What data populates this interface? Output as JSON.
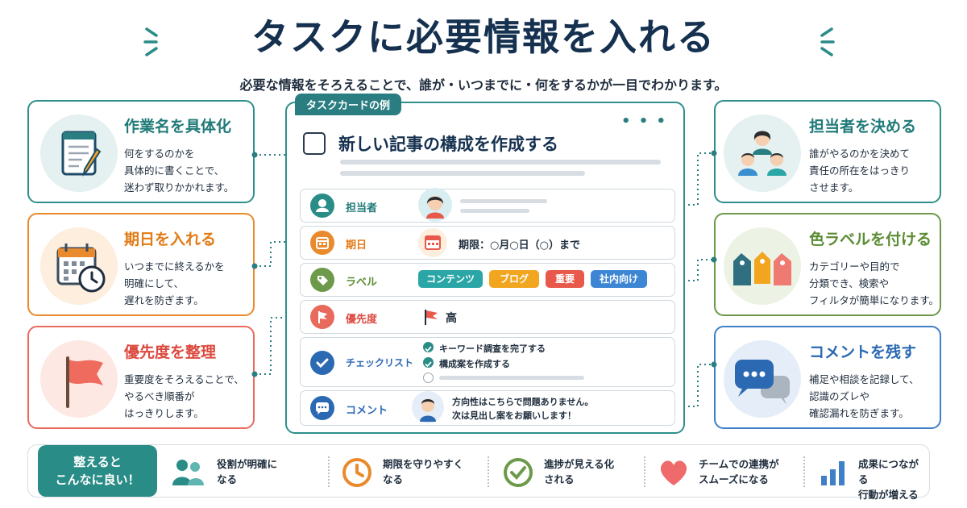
{
  "title": "タスクに必要情報を入れる",
  "subtitle": "必要な情報をそろえることで、誰が・いつまでに・何をするかが一目でわかります。",
  "left_cards": [
    {
      "heading": "作業名を具体化",
      "desc": "何をするのかを\n具体的に書くことで、\n迷わず取りかかれます。",
      "icon": "notepad-pencil-icon"
    },
    {
      "heading": "期日を入れる",
      "desc": "いつまでに終えるかを\n明確にして、\n遅れを防ぎます。",
      "icon": "calendar-clock-icon"
    },
    {
      "heading": "優先度を整理",
      "desc": "重要度をそろえることで、\nやるべき順番が\nはっきりします。",
      "icon": "flag-icon"
    }
  ],
  "right_cards": [
    {
      "heading": "担当者を決める",
      "desc": "誰がやるのかを決めて\n責任の所在をはっきり\nさせます。",
      "icon": "people-icon"
    },
    {
      "heading": "色ラベルを付ける",
      "desc": "カテゴリーや目的で\n分類でき、検索や\nフィルタが簡単になります。",
      "icon": "tags-icon"
    },
    {
      "heading": "コメントを残す",
      "desc": "補足や相談を記録して、\n認識のズレや\n確認漏れを防ぎます。",
      "icon": "chat-bubbles-icon"
    }
  ],
  "card": {
    "tag": "タスクカードの例",
    "dots": "• • •",
    "title": "新しい記事の構成を作成する",
    "assignee_label": "担当者",
    "due_label": "期日",
    "due_value": "期限：○月○日（○）まで",
    "label_label": "ラベル",
    "chips": [
      {
        "text": "コンテンツ",
        "color": "#2aa6a6"
      },
      {
        "text": "ブログ",
        "color": "#f2a51f"
      },
      {
        "text": "重要",
        "color": "#e8584b"
      },
      {
        "text": "社内向け",
        "color": "#3d86d3"
      }
    ],
    "priority_label": "優先度",
    "priority_value": "高",
    "checklist_label": "チェックリスト",
    "checklist": [
      "キーワード調査を完了する",
      "構成案を作成する"
    ],
    "comment_label": "コメント",
    "comment": [
      "方向性はこちらで問題ありません。",
      "次は見出し案をお願いします！"
    ]
  },
  "bottom": {
    "tag": "整えると\nこんなに良い！",
    "items": [
      {
        "text": "役割が明確に\nなる",
        "icon": "people-icon"
      },
      {
        "text": "期限を守りやすく\nなる",
        "icon": "clock-icon"
      },
      {
        "text": "進捗が見える化\nされる",
        "icon": "check-circle-icon"
      },
      {
        "text": "チームでの連携が\nスムーズになる",
        "icon": "heart-icon"
      },
      {
        "text": "成果につながる\n行動が増える",
        "icon": "bar-chart-icon"
      }
    ]
  },
  "colors": {
    "navy": "#15314f",
    "teal": "#2a8c87",
    "orange": "#e98a2c",
    "red": "#e86a5c",
    "green": "#6c9a4a",
    "blue": "#3f7fc7"
  }
}
